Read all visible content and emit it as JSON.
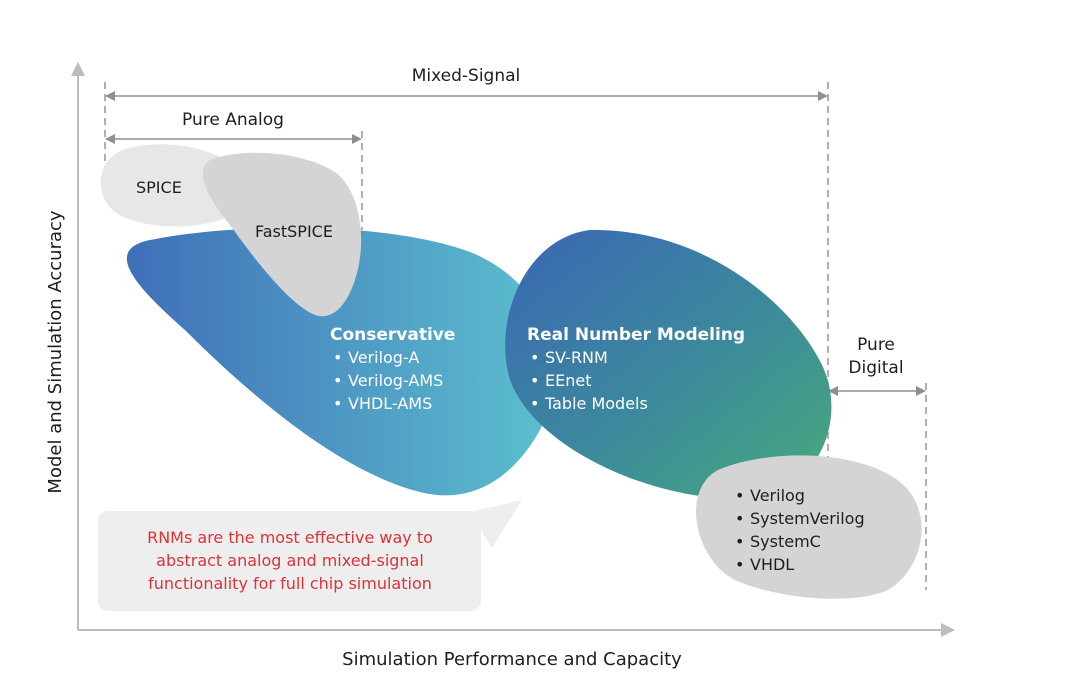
{
  "axes": {
    "x_label": "Simulation Performance and Capacity",
    "y_label": "Model and Simulation Accuracy"
  },
  "ranges": {
    "mixed_signal": "Mixed-Signal",
    "pure_analog": "Pure Analog",
    "pure_digital_line1": "Pure",
    "pure_digital_line2": "Digital"
  },
  "regions": {
    "spice": "SPICE",
    "fastspice": "FastSPICE",
    "conservative": {
      "title": "Conservative",
      "items": [
        "Verilog-A",
        "Verilog-AMS",
        "VHDL-AMS"
      ]
    },
    "rnm": {
      "title": "Real Number Modeling",
      "items": [
        "SV-RNM",
        "EEnet",
        "Table Models"
      ]
    },
    "digital": {
      "items": [
        "Verilog",
        "SystemVerilog",
        "SystemC",
        "VHDL"
      ]
    }
  },
  "callout": {
    "lines": [
      "RNMs are the most effective way to",
      "abstract analog and mixed-signal",
      "functionality for full chip simulation"
    ]
  },
  "colors": {
    "conservative_start": "#3f6fb8",
    "conservative_end": "#5bbfcf",
    "rnm_start": "#3a68b4",
    "rnm_end": "#4aa87e",
    "gray_blob": "#d4d4d4",
    "light_gray_blob": "#e6e6e6",
    "callout_bg": "#eeeeee",
    "callout_text": "#d9333b"
  }
}
